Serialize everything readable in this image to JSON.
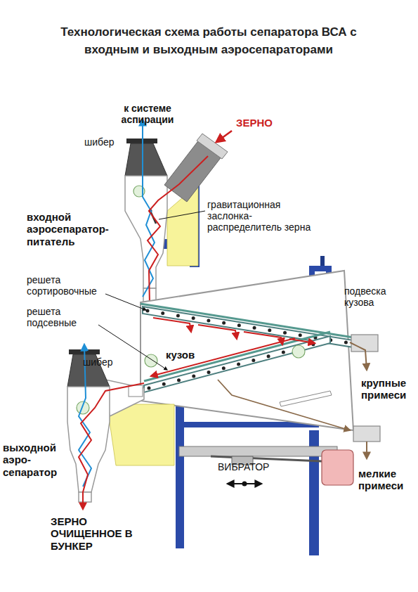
{
  "diagram": {
    "title": "Технологическая схема работы сепаратора ВСА с входным и выходным аэросепараторами",
    "labels": [
      "к системе аспирации",
      "ЗЕРНО",
      "шибер",
      "гравитационная заслонка-распределитель зерна",
      "входной аэросепаратор-питатель",
      "решета сортировочные",
      "подвеска кузова",
      "решета подсевные",
      "кузов",
      "шибер",
      "крупные примеси",
      "выходной аэро-сепаратор",
      "ВИБРАТОР",
      "мелкие примеси",
      "ЗЕРНО ОЧИЩЕННОЕ В БУНКЕР"
    ]
  }
}
